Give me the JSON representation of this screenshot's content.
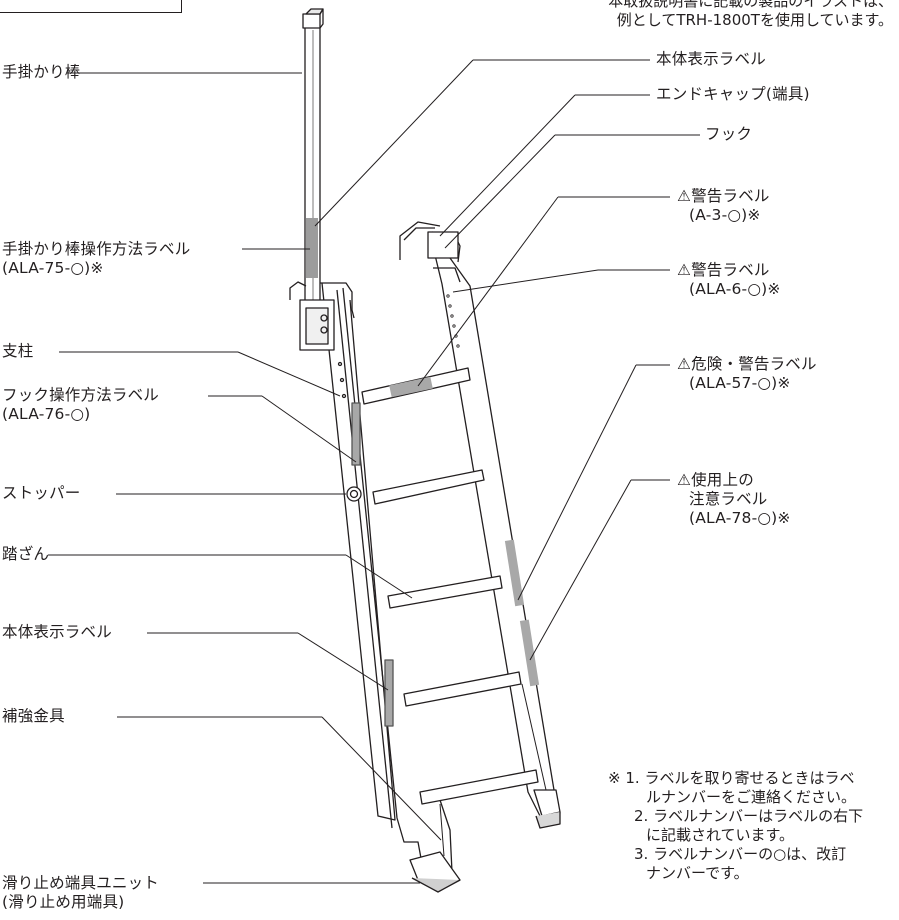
{
  "header_note": {
    "line1": "本取扱説明書に記載の製品のイラストは、",
    "line2": "例としてTRH-1800Tを使用しています。"
  },
  "left_labels": [
    {
      "id": "handrail",
      "text": "手掛かり棒"
    },
    {
      "id": "handrail-label",
      "text": "手掛かり棒操作方法ラベル",
      "sub": "(ALA-75-○)※"
    },
    {
      "id": "post",
      "text": "支柱"
    },
    {
      "id": "hook-label",
      "text": "フック操作方法ラベル",
      "sub": "(ALA-76-○)"
    },
    {
      "id": "stopper",
      "text": "ストッパー"
    },
    {
      "id": "rung",
      "text": "踏ざん"
    },
    {
      "id": "body-label-2",
      "text": "本体表示ラベル"
    },
    {
      "id": "bracket",
      "text": "補強金具"
    },
    {
      "id": "foot-unit",
      "text": "滑り止め端具ユニット",
      "sub": "(滑り止め用端具)"
    }
  ],
  "right_labels": [
    {
      "id": "body-label-1",
      "text": "本体表示ラベル"
    },
    {
      "id": "end-cap",
      "text": "エンドキャップ(端具)"
    },
    {
      "id": "hook",
      "text": "フック"
    },
    {
      "id": "warning-label-a3",
      "icon": "⚠",
      "text": "警告ラベル",
      "sub": "(A-3-○)※"
    },
    {
      "id": "warning-label-ala6",
      "icon": "⚠",
      "text": "警告ラベル",
      "sub": "(ALA-6-○)※"
    },
    {
      "id": "danger-warning-label",
      "icon": "⚠",
      "text": "危険・警告ラベル",
      "sub": "(ALA-57-○)※"
    },
    {
      "id": "caution-label",
      "icon": "⚠",
      "text": "使用上の",
      "line2": "注意ラベル",
      "sub": "(ALA-78-○)※"
    }
  ],
  "footnotes": {
    "mark": "※",
    "n1": "1. ラベルを取り寄せるときはラベ",
    "n1b": "ルナンバーをご連絡ください。",
    "n2": "2. ラベルナンバーはラベルの右下",
    "n2b": "に記載されています。",
    "n3": "3. ラベルナンバーの○は、改訂",
    "n3b": "ナンバーです。"
  }
}
